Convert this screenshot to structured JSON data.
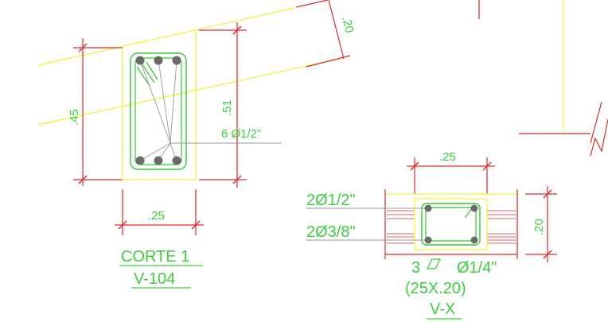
{
  "colors": {
    "background": "#ffffff",
    "dimension": "#e02828",
    "text": "#3ccf3c",
    "concrete_outline": "#f2f230",
    "rebar": "#32c832",
    "bar_dot": "#6a6a6a",
    "leader": "#9a9a9a",
    "hatch": "#e02828"
  },
  "corte1": {
    "height_outer": ".45",
    "height_inner": ".51",
    "width": ".25",
    "rebar_label": "6 Ø1/2\"",
    "title": "CORTE 1",
    "subtitle": "V-104"
  },
  "slab": {
    "thickness": ".20"
  },
  "vx": {
    "width_dim": ".25",
    "height_dim": ".20",
    "top_bars": "2Ø1/2\"",
    "bottom_bars": "2Ø3/8\"",
    "stirrups": "3",
    "stirrup_size": "Ø1/4\"",
    "section_size": "(25X.20)",
    "name": "V-X"
  }
}
